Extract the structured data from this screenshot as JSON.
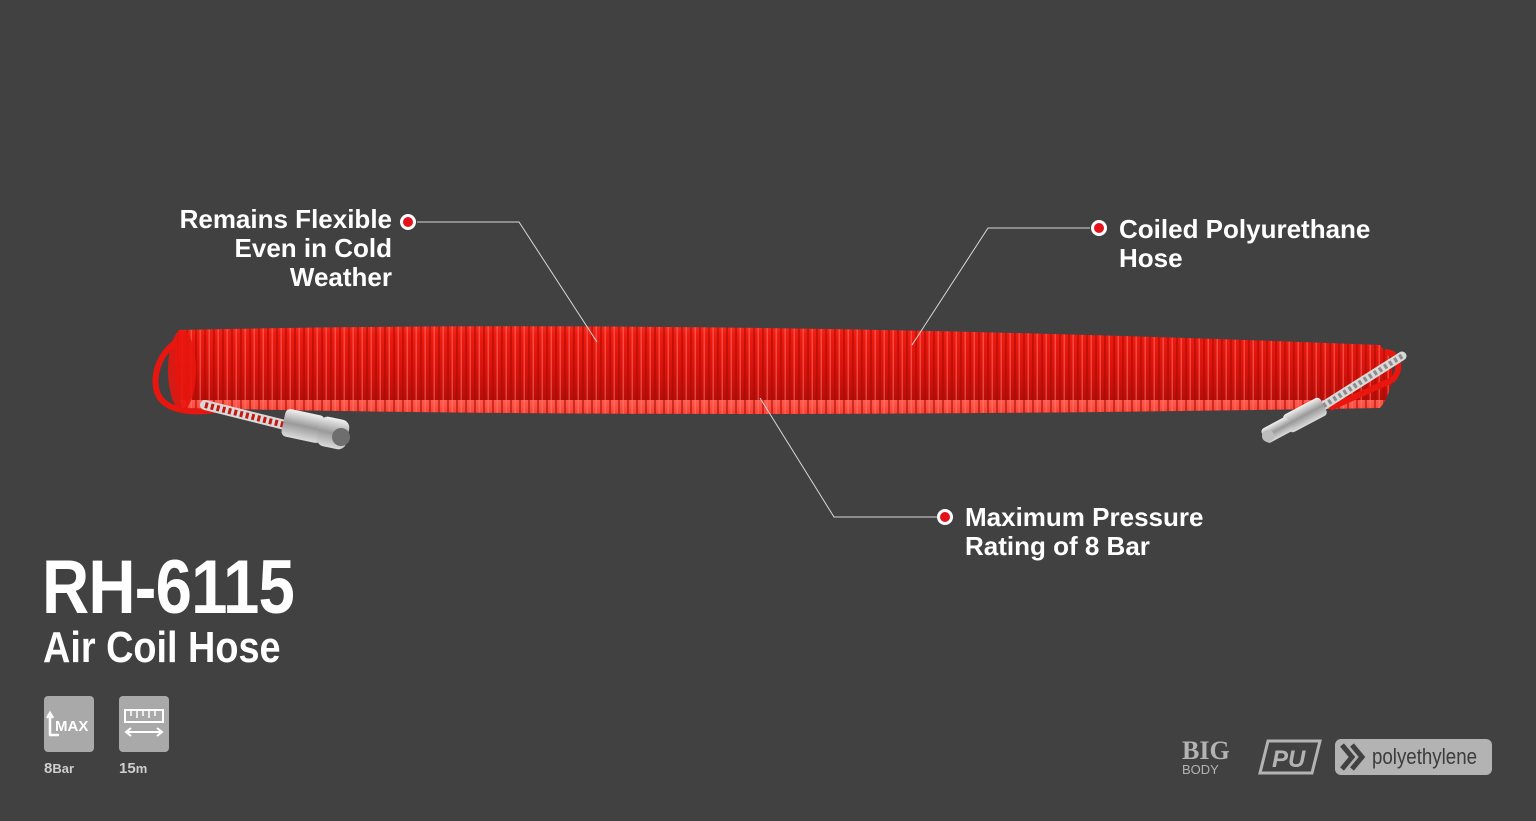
{
  "product": {
    "model": "RH-6115",
    "name": "Air Coil Hose"
  },
  "callouts": {
    "flexible": [
      "Remains Flexible",
      "Even in Cold",
      "Weather"
    ],
    "coiled": [
      "Coiled Polyurethane",
      "Hose"
    ],
    "pressure": [
      "Maximum Pressure",
      "Rating of 8 Bar"
    ]
  },
  "specs": {
    "max_pressure": {
      "icon": "max-pressure-icon",
      "value": "8",
      "unit": "Bar"
    },
    "length": {
      "icon": "ruler-length-icon",
      "value": "15",
      "unit": "m"
    }
  },
  "logos": {
    "big_body": {
      "big": "BIG",
      "body": "BODY"
    },
    "pu": "PU",
    "material": "polyethylene"
  },
  "colors": {
    "background": "#414141",
    "hose_red": "#e8160e",
    "dot_red": "#e3121b",
    "badge_gray": "#a9a9a9"
  }
}
